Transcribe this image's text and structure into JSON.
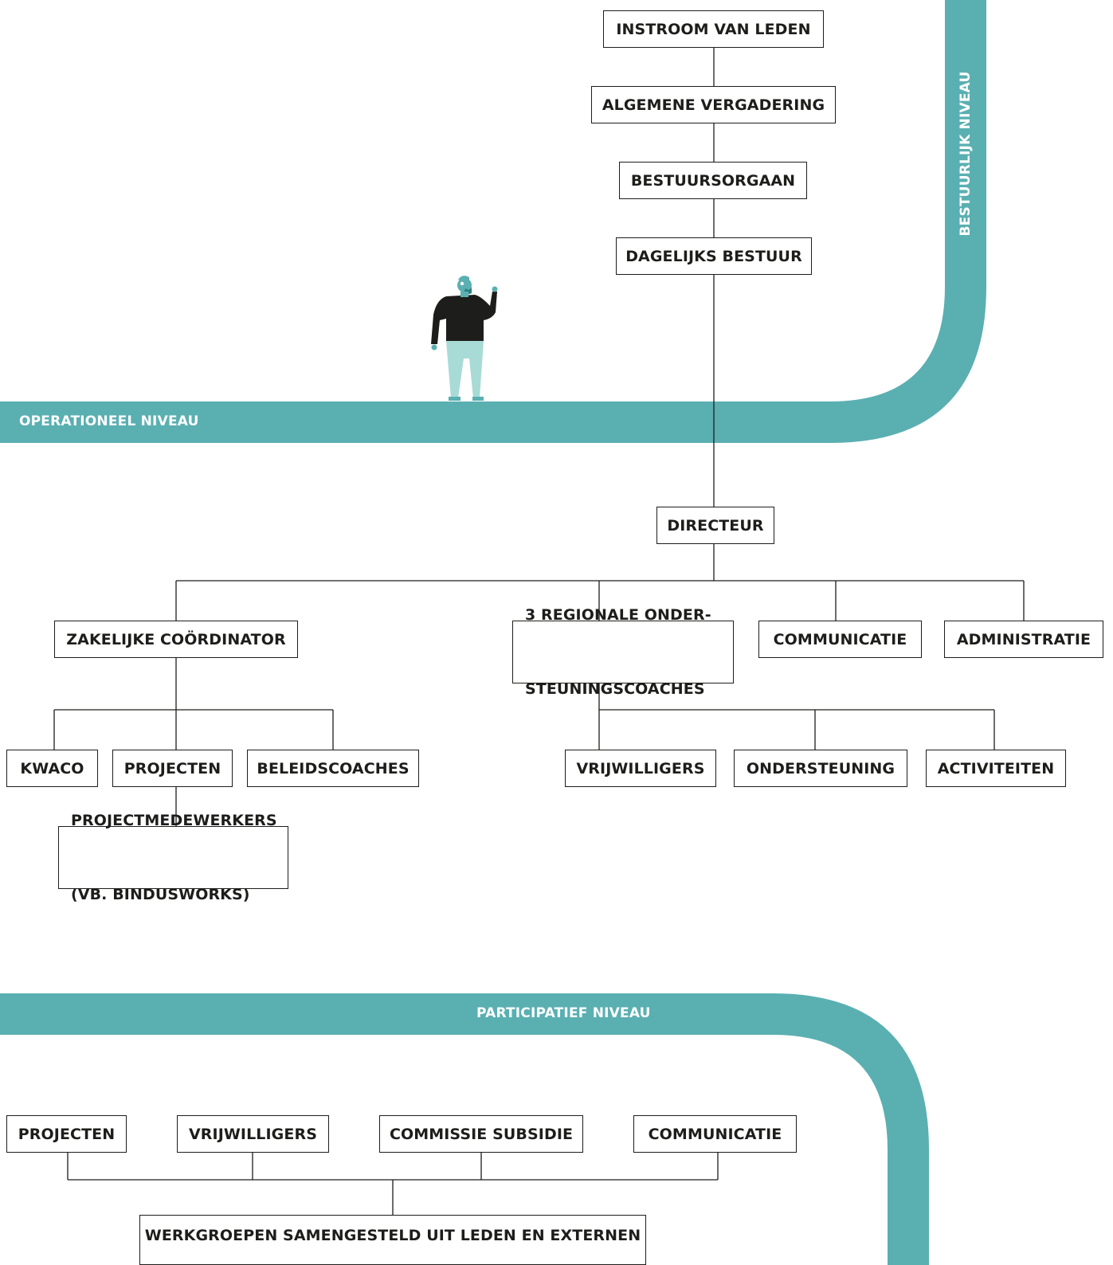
{
  "levels": {
    "bestuurlijk": "BESTUURLIJK NIVEAU",
    "operationeel": "OPERATIONEEL NIVEAU",
    "participatief": "PARTICIPATIEF NIVEAU"
  },
  "colors": {
    "band": "#5aafb1",
    "line": "#1d1d1b",
    "figure_body": "#1d1d1b",
    "figure_skin": "#5aafb1",
    "figure_legs": "#a8dbd6"
  },
  "bestuur": {
    "instroom": "INSTROOM VAN LEDEN",
    "algemene_vergadering": "ALGEMENE VERGADERING",
    "bestuursorgaan": "BESTUURSORGAAN",
    "dagelijks_bestuur": "DAGELIJKS BESTUUR"
  },
  "operationeel": {
    "directeur": "DIRECTEUR",
    "zakelijke_coordinator": "ZAKELIJKE COÖRDINATOR",
    "regionale_coaches_line1": "3 REGIONALE ONDER-",
    "regionale_coaches_line2": "STEUNINGSCOACHES",
    "communicatie": "COMMUNICATIE",
    "administratie": "ADMINISTRATIE",
    "kwaco": "KWACO",
    "projecten": "PROJECTEN",
    "beleidscoaches": "BELEIDSCOACHES",
    "projectmedewerkers_line1": "PROJECTMEDEWERKERS",
    "projectmedewerkers_line2": "(VB. BINDUSWORKS)",
    "vrijwilligers": "VRIJWILLIGERS",
    "ondersteuning": "ONDERSTEUNING",
    "activiteiten": "ACTIVITEITEN"
  },
  "participatief": {
    "projecten": "PROJECTEN",
    "vrijwilligers": "VRIJWILLIGERS",
    "commissie_subsidie": "COMMISSIE SUBSIDIE",
    "communicatie": "COMMUNICATIE",
    "werkgroepen": "WERKGROEPEN SAMENGESTELD UIT LEDEN EN EXTERNEN"
  }
}
